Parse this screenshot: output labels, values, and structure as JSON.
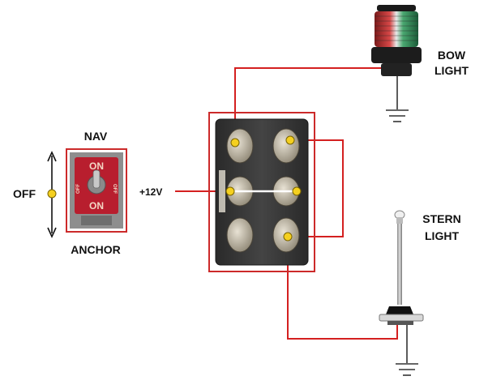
{
  "labels": {
    "nav": "NAV",
    "off": "OFF",
    "anchor": "ANCHOR",
    "supply": "+12V",
    "bow_line1": "BOW",
    "bow_line2": "LIGHT",
    "stern_line1": "STERN",
    "stern_line2": "LIGHT"
  },
  "toggle_plate": {
    "top_text": "ON",
    "bottom_text": "ON",
    "side_left": "OFF",
    "side_right": "OFF"
  },
  "colors": {
    "wire": "#d42020",
    "outline": "#cc2a2a",
    "jumper": "#ffffff",
    "terminal_dot": "#f5d020",
    "switch_body": "#3c3c3c",
    "plate": "#b81e2e",
    "ground": "#333333"
  },
  "icons": {
    "bow": "bow-light-icon",
    "stern": "stern-light-icon",
    "ground": "ground-icon",
    "toggle": "toggle-switch-icon"
  }
}
